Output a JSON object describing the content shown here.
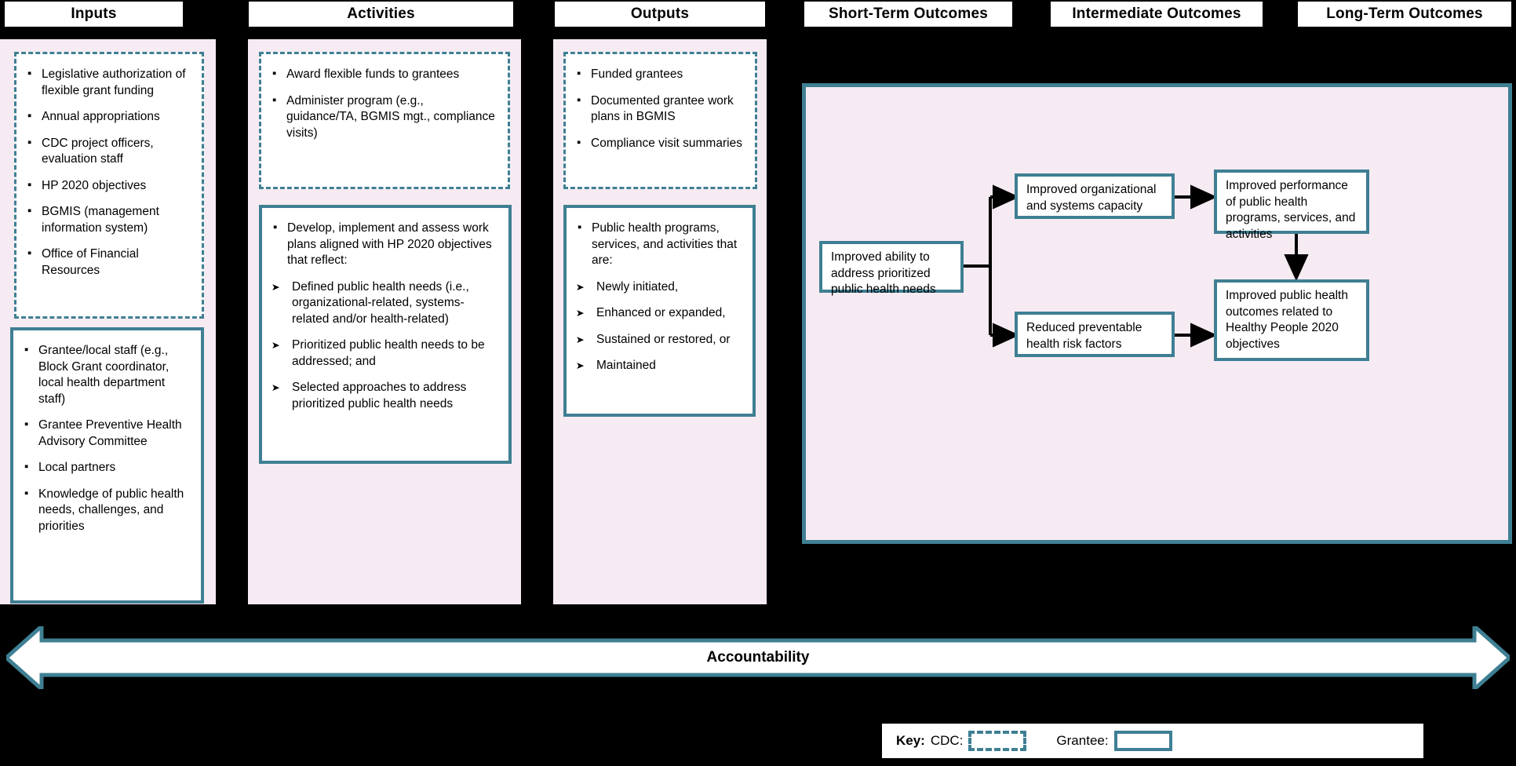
{
  "theme": {
    "accent": "#3f7f93",
    "panel_bg": "#f6ebf2",
    "canvas_bg": "#000000",
    "box_bg": "#ffffff"
  },
  "columns": [
    {
      "id": "inputs",
      "header": "Inputs",
      "boxes": [
        {
          "owner": "cdc",
          "items": [
            {
              "marker": "square",
              "text": "Legislative authorization of flexible grant funding"
            },
            {
              "marker": "square",
              "text": "Annual appropriations"
            },
            {
              "marker": "square",
              "text": "CDC project officers, evaluation staff"
            },
            {
              "marker": "square",
              "text": "HP 2020 objectives"
            },
            {
              "marker": "square",
              "text": "BGMIS (management information system)"
            },
            {
              "marker": "square",
              "text": "Office of Financial Resources"
            }
          ]
        },
        {
          "owner": "grantee",
          "items": [
            {
              "marker": "square",
              "text": "Grantee/local staff (e.g., Block Grant coordinator, local health department staff)"
            },
            {
              "marker": "square",
              "text": "Grantee Preventive Health Advisory Committee"
            },
            {
              "marker": "square",
              "text": "Local partners"
            },
            {
              "marker": "square",
              "text": "Knowledge of public health needs, challenges, and priorities"
            }
          ]
        }
      ]
    },
    {
      "id": "activities",
      "header": "Activities",
      "boxes": [
        {
          "owner": "cdc",
          "items": [
            {
              "marker": "square",
              "text": "Award flexible funds to grantees"
            },
            {
              "marker": "square",
              "text": "Administer program (e.g., guidance/TA, BGMIS mgt., compliance visits)"
            }
          ]
        },
        {
          "owner": "grantee",
          "items": [
            {
              "marker": "square",
              "text": "Develop, implement and assess work plans aligned with HP 2020 objectives that reflect:"
            },
            {
              "marker": "arrow",
              "text": "Defined public health needs (i.e., organizational-related, systems-related and/or health-related)"
            },
            {
              "marker": "arrow",
              "text": "Prioritized public health needs to be addressed; and"
            },
            {
              "marker": "arrow",
              "text": "Selected approaches to address prioritized public health needs"
            }
          ]
        }
      ]
    },
    {
      "id": "outputs",
      "header": "Outputs",
      "boxes": [
        {
          "owner": "cdc",
          "items": [
            {
              "marker": "square",
              "text": "Funded grantees"
            },
            {
              "marker": "square",
              "text": "Documented grantee work plans in BGMIS"
            },
            {
              "marker": "square",
              "text": "Compliance visit summaries"
            }
          ]
        },
        {
          "owner": "grantee",
          "items": [
            {
              "marker": "square",
              "text": "Public health programs, services, and activities that are:"
            },
            {
              "marker": "arrow",
              "text": "Newly initiated,"
            },
            {
              "marker": "arrow",
              "text": "Enhanced or expanded,"
            },
            {
              "marker": "arrow",
              "text": "Sustained or restored, or"
            },
            {
              "marker": "arrow",
              "text": "Maintained"
            }
          ]
        }
      ]
    }
  ],
  "outcome_headers": [
    {
      "id": "short-term",
      "label": "Short-Term Outcomes"
    },
    {
      "id": "intermediate",
      "label": "Intermediate Outcomes"
    },
    {
      "id": "long-term",
      "label": "Long-Term Outcomes"
    }
  ],
  "outcome_boxes": [
    {
      "id": "improved-ability",
      "text": "Improved ability to address prioritized public health needs"
    },
    {
      "id": "improved-capacity",
      "text": "Improved organizational and systems capacity"
    },
    {
      "id": "reduced-risk-factors",
      "text": "Reduced preventable health risk factors"
    },
    {
      "id": "improved-performance",
      "text": "Improved performance of public health programs, services, and activities"
    },
    {
      "id": "improved-outcomes",
      "text": "Improved public health outcomes related to Healthy People 2020 objectives"
    }
  ],
  "accountability": {
    "label": "Accountability"
  },
  "legend": {
    "key_label": "Key:",
    "cdc_label": "CDC:",
    "grantee_label": "Grantee:"
  }
}
